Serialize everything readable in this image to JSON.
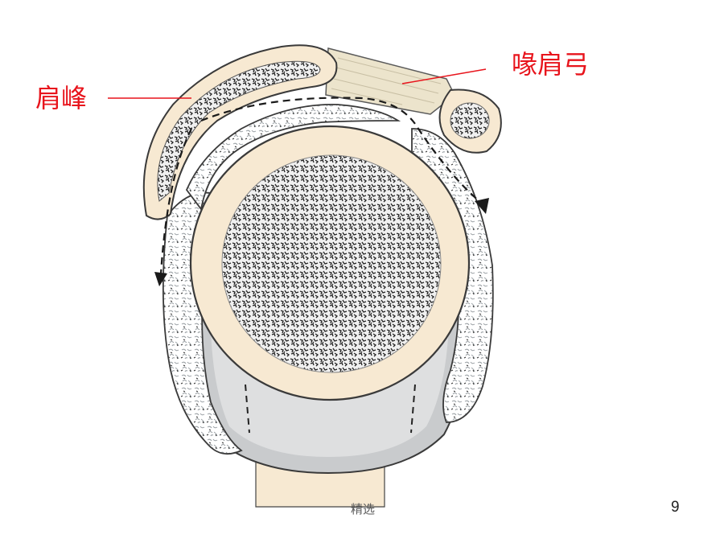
{
  "labels": {
    "acromion": "肩峰",
    "coracoacromial_ligament": "喙肩弓"
  },
  "footer": {
    "text": "精选",
    "page_number": "9"
  },
  "colors": {
    "label_red": "#e8141c",
    "bone_cream": "#f7e9d2",
    "bone_outline": "#3a3a3a",
    "capsule_grey": "#c9cbcd",
    "bursa_white": "#ffffff"
  }
}
